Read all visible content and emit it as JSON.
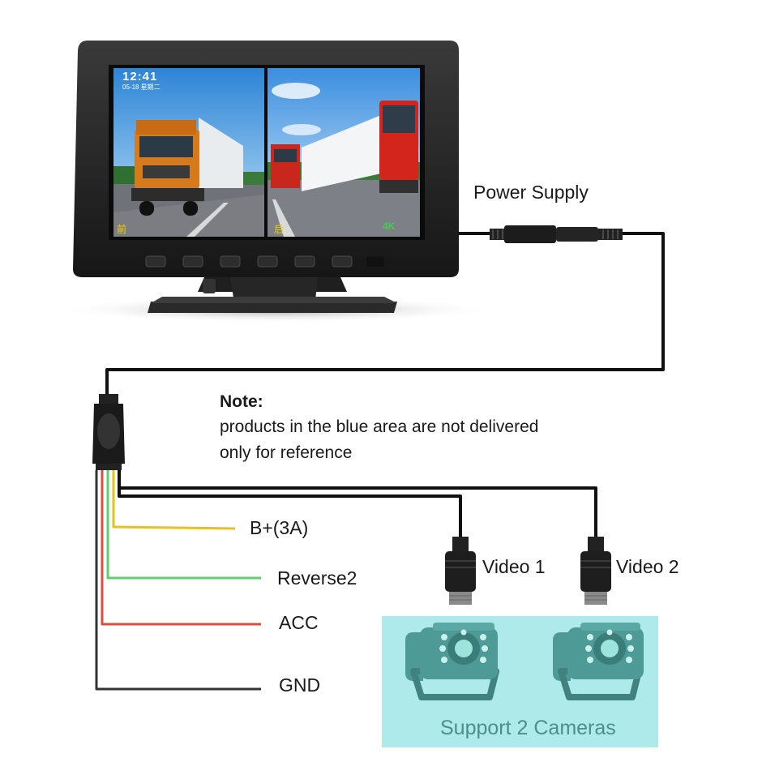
{
  "monitor": {
    "time": "12:41",
    "date": "05-18 星期二",
    "front_label": "前",
    "rear_label": "后",
    "quality_badge": "4K"
  },
  "labels": {
    "power_supply": "Power Supply",
    "b_plus": "B+(3A)",
    "reverse2": "Reverse2",
    "acc": "ACC",
    "gnd": "GND",
    "video1": "Video 1",
    "video2": "Video 2"
  },
  "note": {
    "title": "Note:",
    "line1": "products in the blue area are not delivered",
    "line2": "only for reference"
  },
  "camera_area": {
    "caption": "Support 2 Cameras"
  },
  "colors": {
    "monitor_body": "#222222",
    "cable": "#111111",
    "wire_yellow": "#e8c21a",
    "wire_green": "#59d36a",
    "wire_red": "#e24b3b",
    "wire_black": "#333333",
    "camera_area_bg": "#aeeaea",
    "camera_body": "#4d9a96",
    "caption_text": "#4d8d8c"
  }
}
